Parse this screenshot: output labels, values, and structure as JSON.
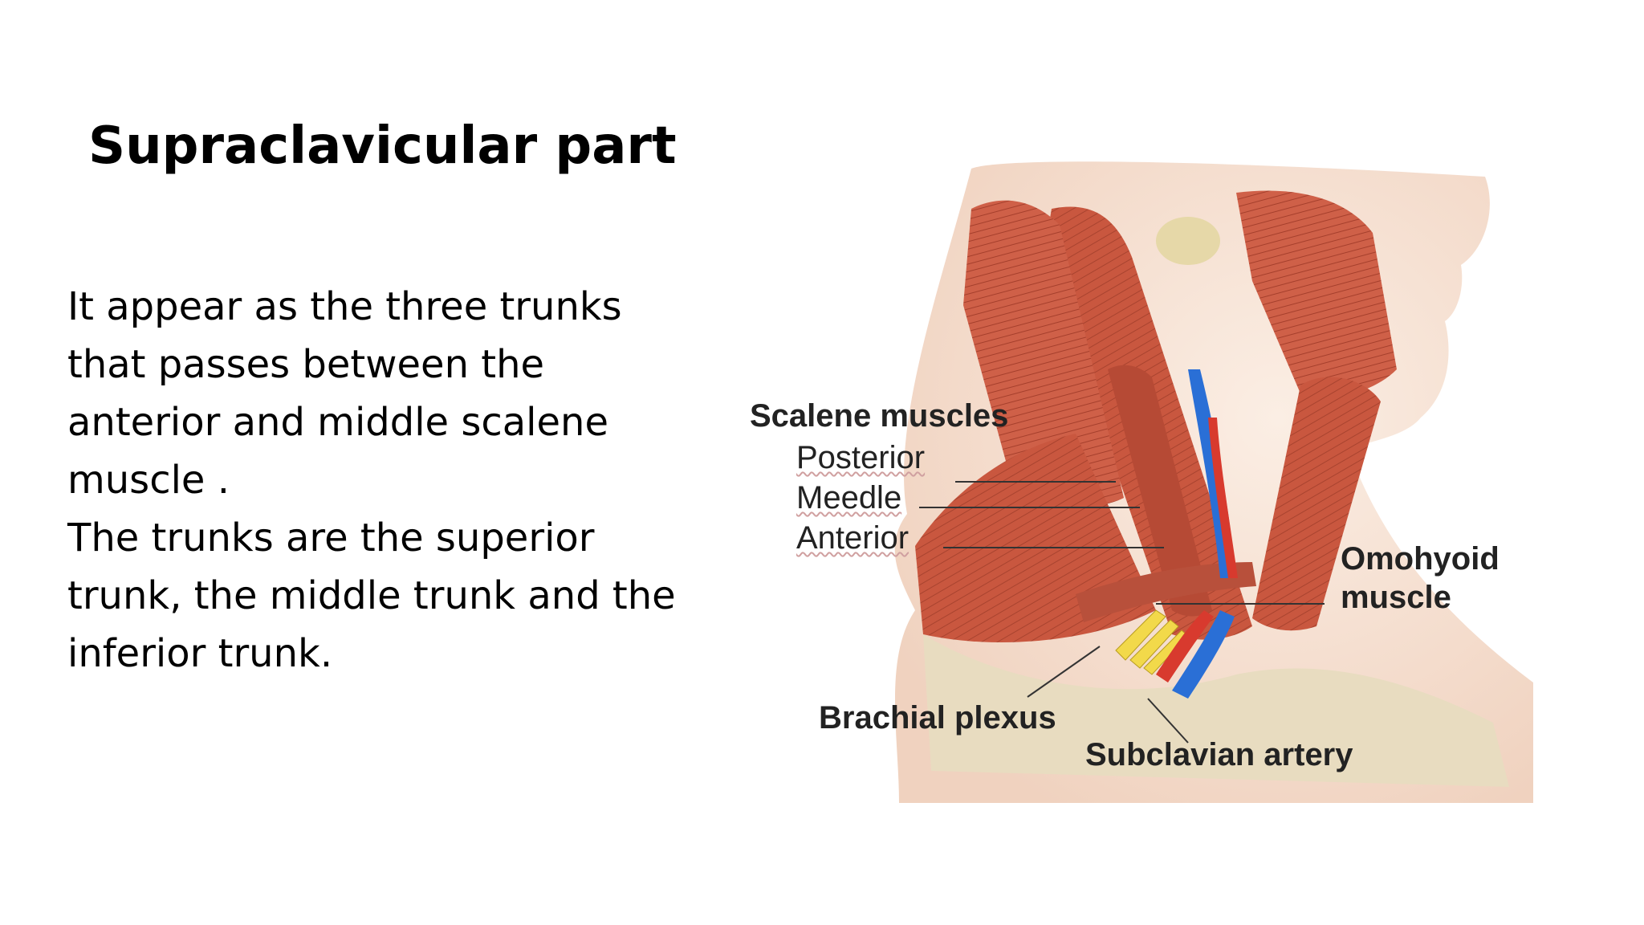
{
  "slide": {
    "title": "Supraclavicular part",
    "body_lines": [
      "It appear as the three trunks",
      "that passes between the",
      "anterior and middle scalene",
      "muscle .",
      "The trunks are the superior",
      "trunk, the middle trunk and the",
      "inferior trunk."
    ]
  },
  "figure": {
    "labels": {
      "scalene_muscles": "Scalene muscles",
      "posterior": "Posterior",
      "middle": "Meedle",
      "anterior": "Anterior",
      "omohyoid_line1": "Omohyoid",
      "omohyoid_line2": "muscle",
      "brachial_plexus": "Brachial plexus",
      "subclavian_artery": "Subclavian artery"
    },
    "colors": {
      "muscle": "#c9573f",
      "muscle_dark": "#9e3a2a",
      "skin": "#f3d9c8",
      "bone": "#e8dcc0",
      "nerve": "#f2d94a",
      "artery": "#d83a2e",
      "vein": "#2a6fd6",
      "leader_line": "#333333"
    }
  }
}
